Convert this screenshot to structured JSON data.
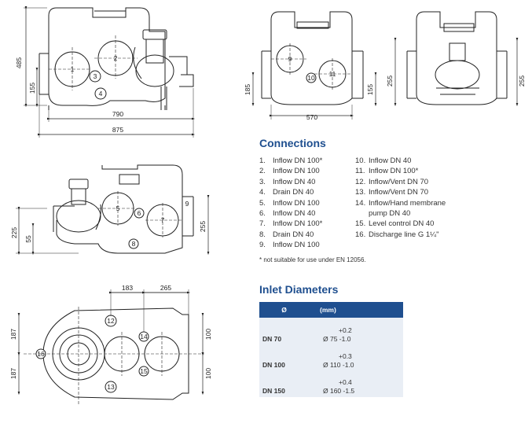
{
  "drawing_labels": {
    "front": {
      "height": "485",
      "inlet_height": "155",
      "width_inner": "790",
      "width_outer": "875",
      "markers": [
        "1",
        "2",
        "3",
        "4"
      ]
    },
    "side_a": {
      "height_left": "185",
      "height_right": "155",
      "width": "570",
      "markers": [
        "9",
        "10",
        "11"
      ]
    },
    "side_b": {
      "height_left": "255",
      "height_right": "255"
    },
    "rear": {
      "height_outer": "225",
      "height_inner": "55",
      "height_right": "255",
      "markers": [
        "5",
        "6",
        "7",
        "8",
        "9"
      ]
    },
    "top": {
      "spacing_a": "183",
      "spacing_b": "265",
      "half_upper": "187",
      "half_lower": "187",
      "pitch_upper": "100",
      "pitch_lower": "100",
      "markers": [
        "12",
        "13",
        "14",
        "15",
        "16"
      ]
    }
  },
  "connections": {
    "title": "Connections",
    "col1": [
      {
        "num": "1.",
        "text": "Inflow DN 100*"
      },
      {
        "num": "2.",
        "text": "Inflow DN 100"
      },
      {
        "num": "3.",
        "text": "Inflow DN 40"
      },
      {
        "num": "4.",
        "text": "Drain DN 40"
      },
      {
        "num": "5.",
        "text": "Inflow DN 100"
      },
      {
        "num": "6.",
        "text": "Inflow DN 40"
      },
      {
        "num": "7.",
        "text": "Inflow DN 100*"
      },
      {
        "num": "8.",
        "text": "Drain DN 40"
      },
      {
        "num": "9.",
        "text": "Inflow DN 100"
      }
    ],
    "col2": [
      {
        "num": "10.",
        "text": "Inflow DN 40"
      },
      {
        "num": "11.",
        "text": "Inflow DN 100*"
      },
      {
        "num": "12.",
        "text": "Inflow/Vent DN 70"
      },
      {
        "num": "13.",
        "text": "Inflow/Vent DN 70"
      },
      {
        "num": "14.",
        "text": "Inflow/Hand membrane"
      },
      {
        "num": "",
        "text": "pump DN 40"
      },
      {
        "num": "15.",
        "text": "Level control DN 40"
      },
      {
        "num": "16.",
        "text": "Discharge line G 1¼\""
      }
    ],
    "footnote": "* not suitable for use under EN 12056."
  },
  "inlet": {
    "title": "Inlet Diameters",
    "headers": [
      "Ø",
      "(mm)"
    ],
    "rows": [
      {
        "dn": "DN 70",
        "plus": "+0.2",
        "value": "Ø 75 -1.0"
      },
      {
        "dn": "DN 100",
        "plus": "+0.3",
        "value": "Ø 110 -1.0"
      },
      {
        "dn": "DN 150",
        "plus": "+0.4",
        "value": "Ø 160 -1.5"
      }
    ],
    "detail_label": "Ø"
  },
  "colors": {
    "accent": "#1f4f8f",
    "table_bg": "#e9eef5",
    "line": "#222222"
  }
}
